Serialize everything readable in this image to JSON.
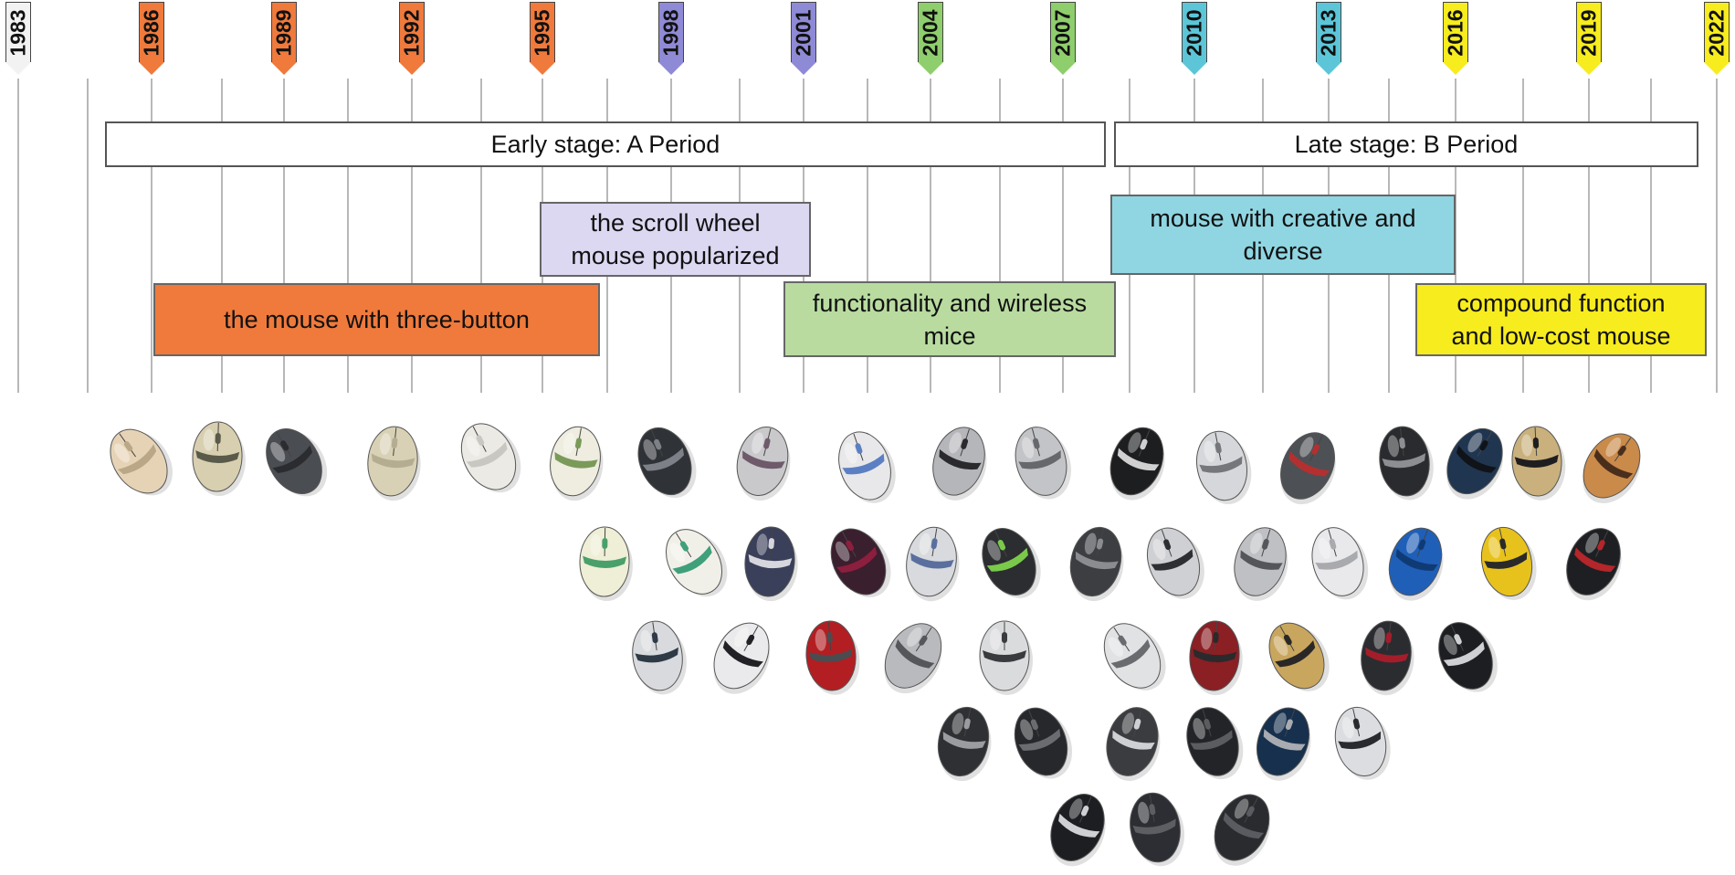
{
  "colors": {
    "gray": "#f2f2f2",
    "orange": "#ef7a3c",
    "purple": "#8f8ad6",
    "lavender": "#dcd8f2",
    "green": "#b9dba0",
    "green_flag": "#8fce6c",
    "cyan": "#8fd6e2",
    "cyan_flag": "#5cc6d8",
    "yellow": "#f7ec1e"
  },
  "timeline": {
    "years": [
      {
        "label": "1983",
        "color": "gray"
      },
      {
        "label": "1986",
        "color": "orange"
      },
      {
        "label": "1989",
        "color": "orange"
      },
      {
        "label": "1992",
        "color": "orange"
      },
      {
        "label": "1995",
        "color": "orange"
      },
      {
        "label": "1998",
        "color": "purple"
      },
      {
        "label": "2001",
        "color": "purple"
      },
      {
        "label": "2004",
        "color": "green_flag"
      },
      {
        "label": "2007",
        "color": "green_flag"
      },
      {
        "label": "2010",
        "color": "cyan_flag"
      },
      {
        "label": "2013",
        "color": "cyan_flag"
      },
      {
        "label": "2016",
        "color": "yellow"
      },
      {
        "label": "2019",
        "color": "yellow"
      },
      {
        "label": "2022",
        "color": "yellow"
      }
    ]
  },
  "periods": {
    "early": "Early stage: A Period",
    "late": "Late stage: B Period"
  },
  "stages": {
    "three_button": "the mouse with three-button",
    "scroll_wheel_1": "the scroll wheel",
    "scroll_wheel_2": "mouse popularized",
    "wireless_1": "functionality and wireless",
    "wireless_2": "mice",
    "creative_1": "mouse with creative and",
    "creative_2": "diverse",
    "compound_1": "compound function",
    "compound_2": "and low-cost mouse"
  },
  "mice": [
    {
      "body": "#e6d3b6",
      "accent": "#b9a788"
    },
    {
      "body": "#d8cfb0",
      "accent": "#5a5a4a"
    },
    {
      "body": "#4a4d52",
      "accent": "#2a2c30"
    },
    {
      "body": "#d9d1b5",
      "accent": "#b5ad92"
    },
    {
      "body": "#eceae4",
      "accent": "#c9c7c1"
    },
    {
      "body": "#eeeddf",
      "accent": "#7a9a5a"
    },
    {
      "body": "#2f3236",
      "accent": "#7d8086"
    },
    {
      "body": "#c9c9cc",
      "accent": "#6e5a6a"
    },
    {
      "body": "#e8e8ea",
      "accent": "#5b7fc2"
    },
    {
      "body": "#b5b6ba",
      "accent": "#2a2a2d"
    },
    {
      "body": "#c3c4c7",
      "accent": "#67686c"
    },
    {
      "body": "#1d1e20",
      "accent": "#d0d0d0"
    },
    {
      "body": "#d6d7da",
      "accent": "#76777b"
    },
    {
      "body": "#4d5055",
      "accent": "#b33030"
    },
    {
      "body": "#2a2b2e",
      "accent": "#8d8e92"
    },
    {
      "body": "#1f3550",
      "accent": "#101318"
    },
    {
      "body": "#c9b07c",
      "accent": "#1e1e20"
    },
    {
      "body": "#c98a4a",
      "accent": "#4a2e1c"
    },
    {
      "body": "#efeed6",
      "accent": "#4aa06a"
    },
    {
      "body": "#f1f0e8",
      "accent": "#3fa07a"
    },
    {
      "body": "#3a3f5a",
      "accent": "#d6d6dc"
    },
    {
      "body": "#3a1f2e",
      "accent": "#8c1e3e"
    },
    {
      "body": "#d8dadd",
      "accent": "#5a6f9e"
    },
    {
      "body": "#2b2d30",
      "accent": "#7ac94a"
    },
    {
      "body": "#3c3e42",
      "accent": "#8a8c90"
    },
    {
      "body": "#cfd0d3",
      "accent": "#2e2f32"
    },
    {
      "body": "#bfc0c4",
      "accent": "#54565a"
    },
    {
      "body": "#e9e9ec",
      "accent": "#a9aaae"
    },
    {
      "body": "#1f5fb8",
      "accent": "#103a74"
    },
    {
      "body": "#e8c21c",
      "accent": "#2a2a2a"
    },
    {
      "body": "#1e1f22",
      "accent": "#b3262a"
    },
    {
      "body": "#d8dadd",
      "accent": "#2e3a46"
    },
    {
      "body": "#eaeaec",
      "accent": "#222226"
    },
    {
      "body": "#b31e22",
      "accent": "#4a4c50"
    },
    {
      "body": "#b9babd",
      "accent": "#55575a"
    },
    {
      "body": "#dadbdd",
      "accent": "#3a3b3e"
    },
    {
      "body": "#e1e2e4",
      "accent": "#6a6b6f"
    },
    {
      "body": "#8a1f24",
      "accent": "#2a2a2c"
    },
    {
      "body": "#c9a65e",
      "accent": "#2a2826"
    },
    {
      "body": "#2b2c30",
      "accent": "#a31e2a"
    },
    {
      "body": "#1d1e21",
      "accent": "#cfd0d3"
    },
    {
      "body": "#2e3034",
      "accent": "#9a9ca0"
    },
    {
      "body": "#26282c",
      "accent": "#6a6c70"
    },
    {
      "body": "#3a3c40",
      "accent": "#cfd0d3"
    },
    {
      "body": "#232427",
      "accent": "#5a5c60"
    },
    {
      "body": "#16304e",
      "accent": "#a9abb0"
    },
    {
      "body": "#dcdde0",
      "accent": "#2a2b2e"
    },
    {
      "body": "#1d1e21",
      "accent": "#cfd0d3"
    },
    {
      "body": "#2c2e33",
      "accent": "#5c5e62"
    },
    {
      "body": "#2a2b2f",
      "accent": "#5a5b60"
    }
  ]
}
